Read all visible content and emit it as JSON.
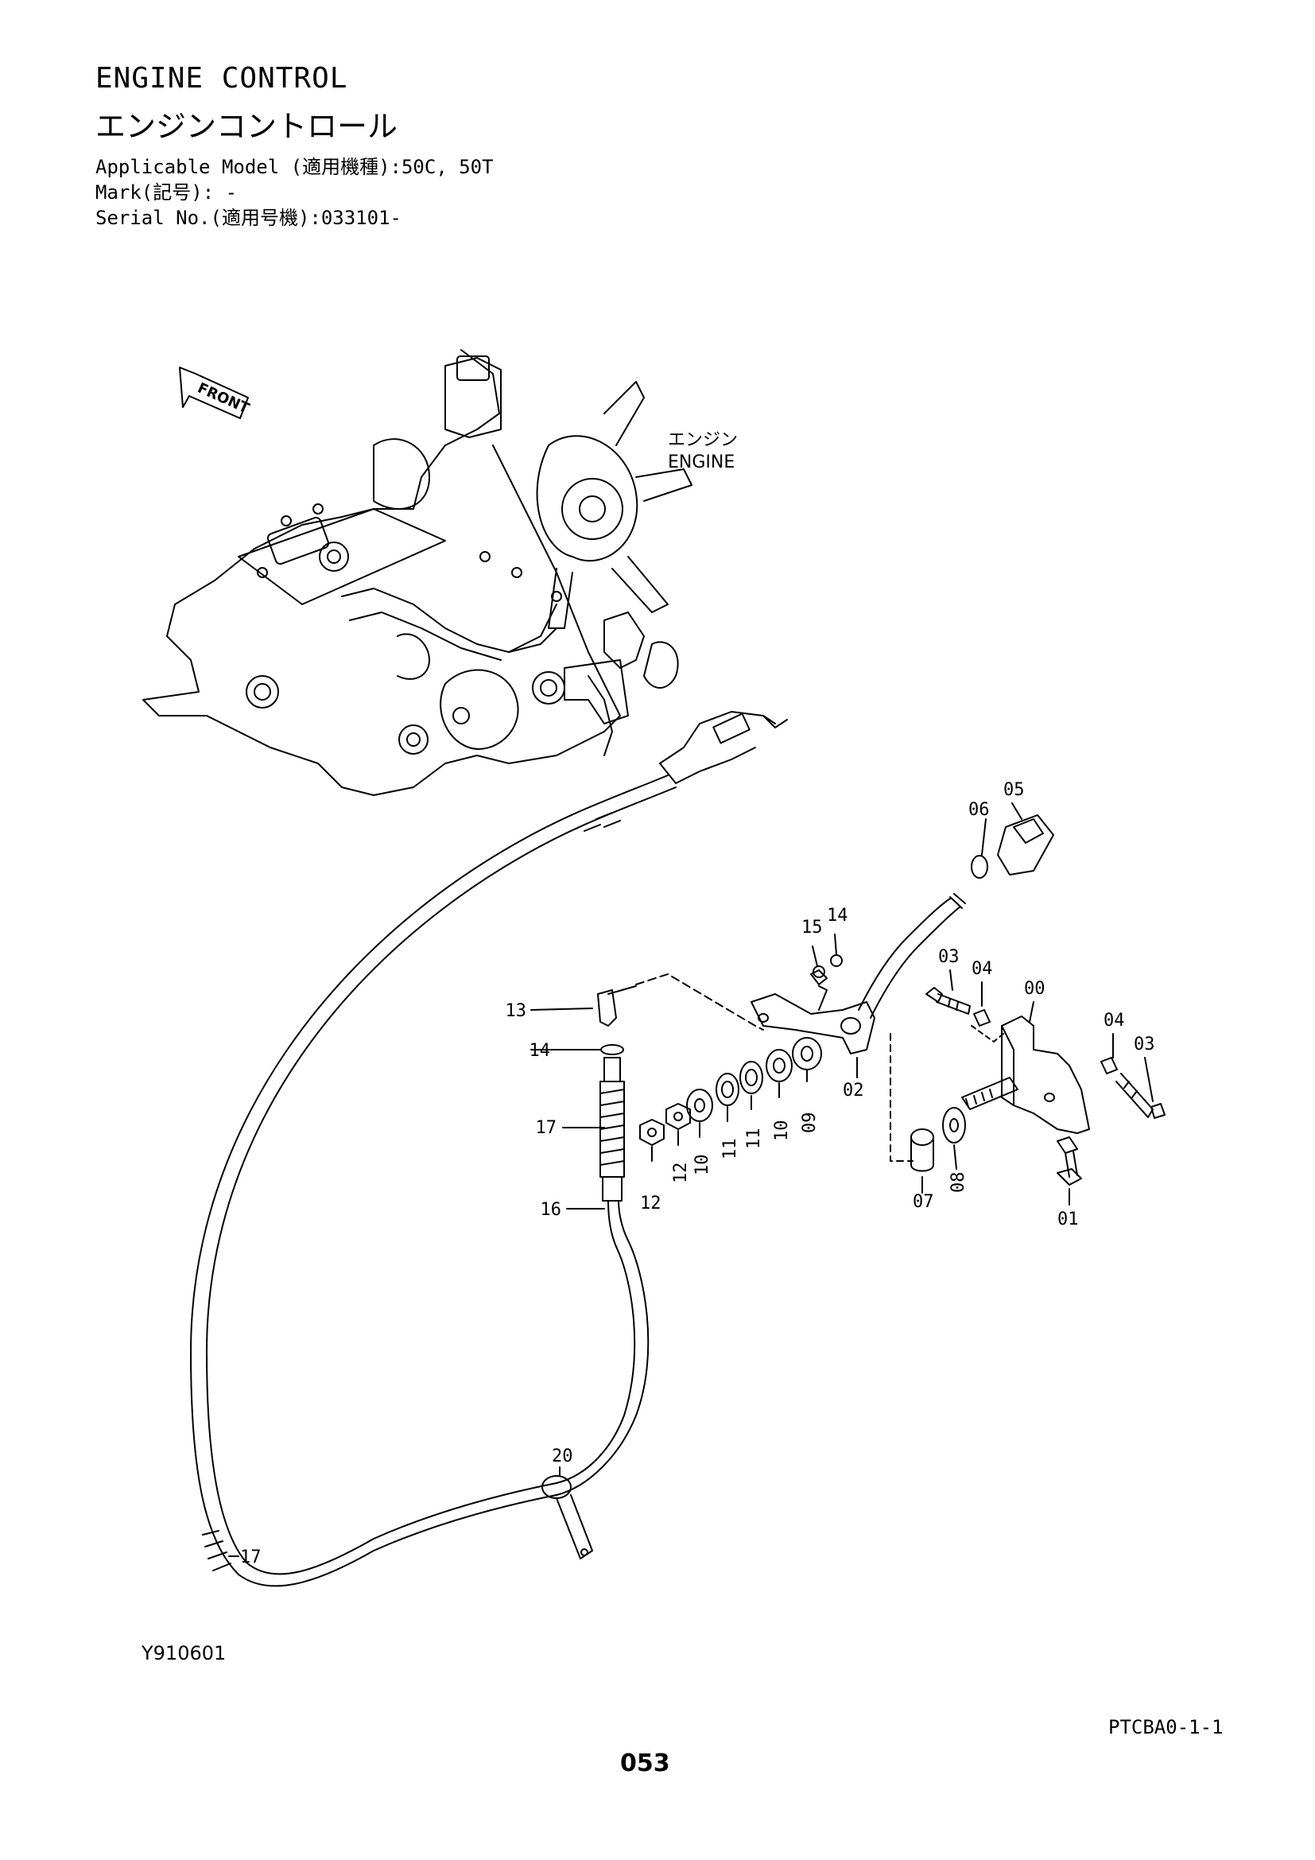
{
  "header": {
    "title_en": "ENGINE CONTROL",
    "title_jp": "エンジンコントロール",
    "applicable_model": "Applicable Model (適用機種):50C, 50T",
    "mark": "Mark(記号): -",
    "serial_no": "Serial No.(適用号機):033101-"
  },
  "diagram": {
    "front_label": "FRONT",
    "engine_label_jp": "エンジン",
    "engine_label_en": "ENGINE",
    "callouts": [
      "05",
      "06",
      "14",
      "15",
      "03",
      "04",
      "00",
      "04",
      "03",
      "13",
      "14",
      "02",
      "09",
      "10",
      "11",
      "11",
      "10",
      "12",
      "12",
      "17",
      "16",
      "07",
      "08",
      "01",
      "20",
      "17"
    ]
  },
  "footer": {
    "figure_code": "Y910601",
    "sheet_code": "PTCBA0-1-1",
    "page_number": "053"
  }
}
